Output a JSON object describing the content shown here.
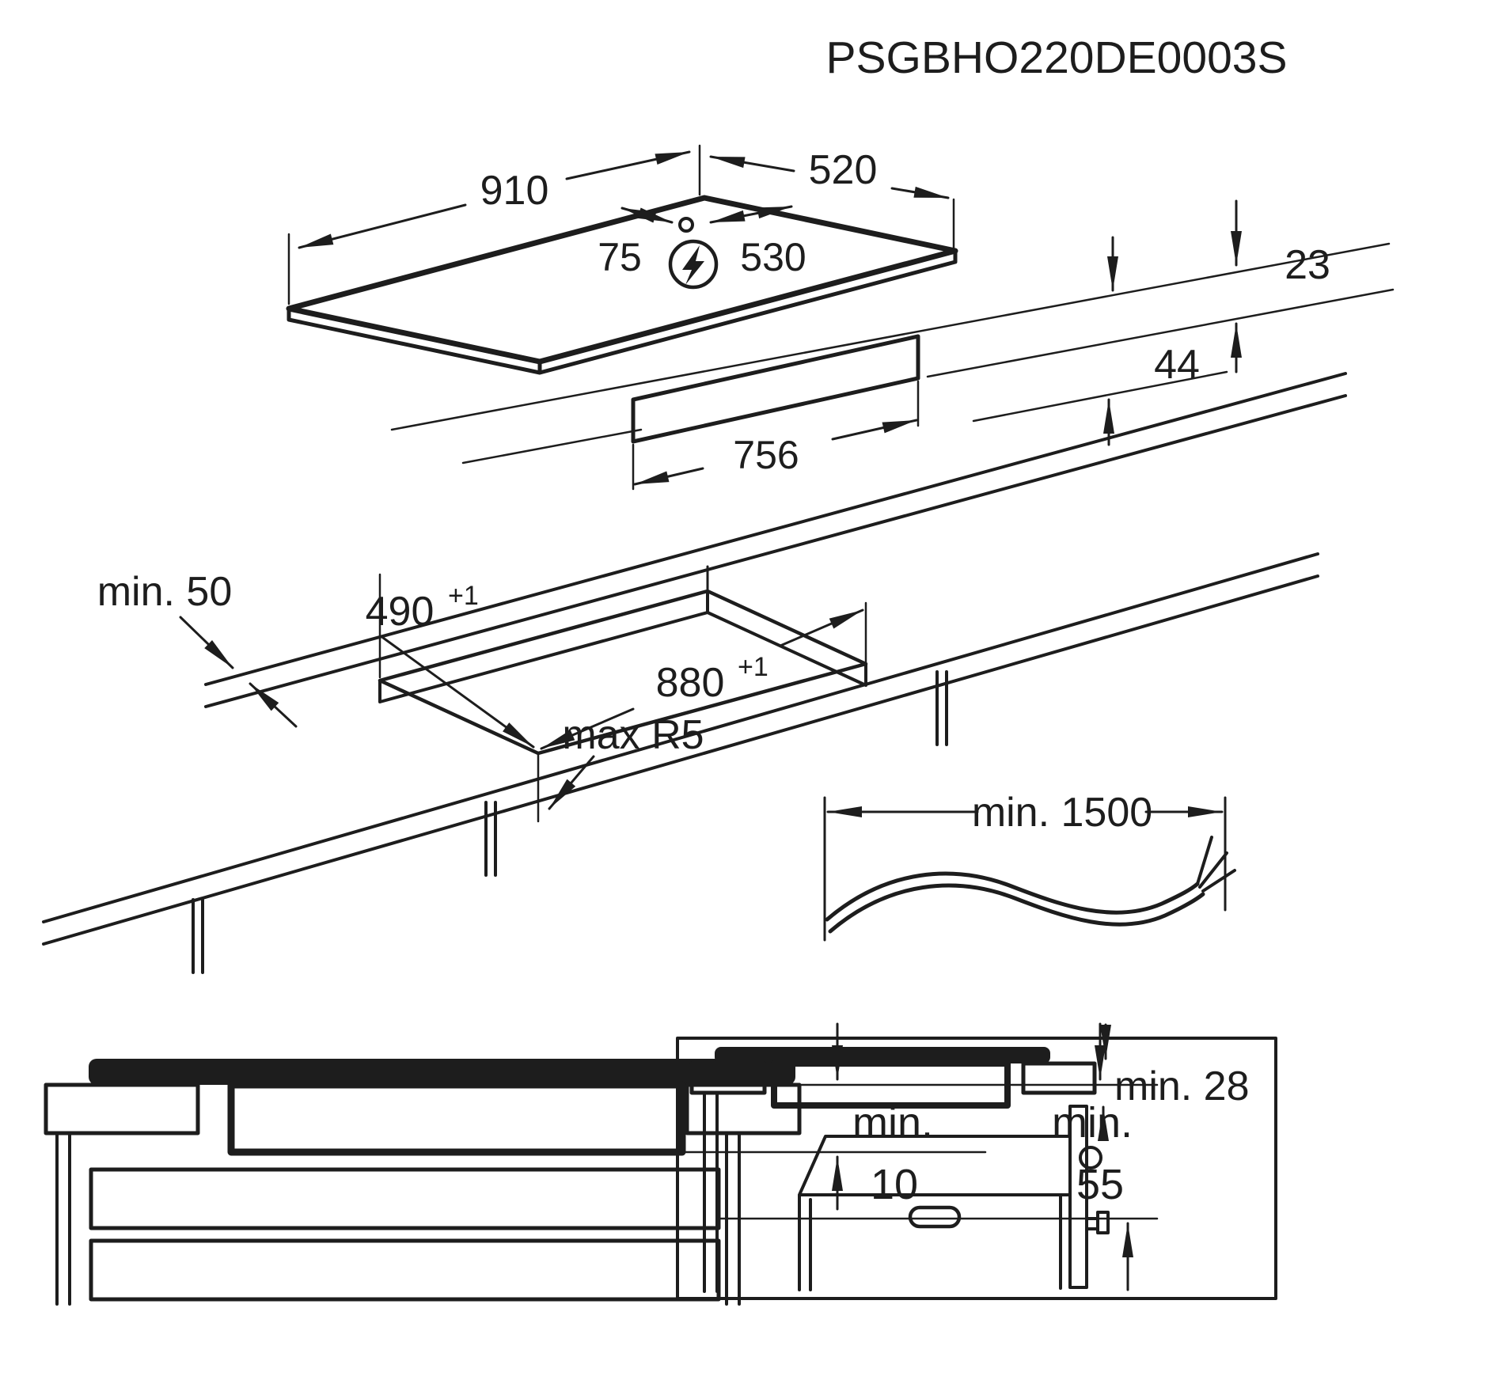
{
  "title": "PSGBHO220DE0003S",
  "colors": {
    "line": "#1d1d1d",
    "background": "#ffffff"
  },
  "hob_view": {
    "width": "910",
    "depth": "520",
    "cable_offset_left": "75",
    "cable_offset_right": "530",
    "height_above_worktop": "23",
    "height_below_worktop": "44",
    "box_width": "756"
  },
  "cutout_view": {
    "edge_clearance": "min. 50",
    "depth": "490",
    "depth_tolerance": "+1",
    "width": "880",
    "width_tolerance": "+1",
    "corner_radius": "max R5"
  },
  "cable_view": {
    "length": "min. 1500"
  },
  "cabinet_view": {
    "min_label_1": "min.",
    "min_label_2": "min.",
    "gap_below_hob": "10",
    "clearance_below": "55"
  },
  "oven_view": {
    "clearance": "min. 28"
  }
}
